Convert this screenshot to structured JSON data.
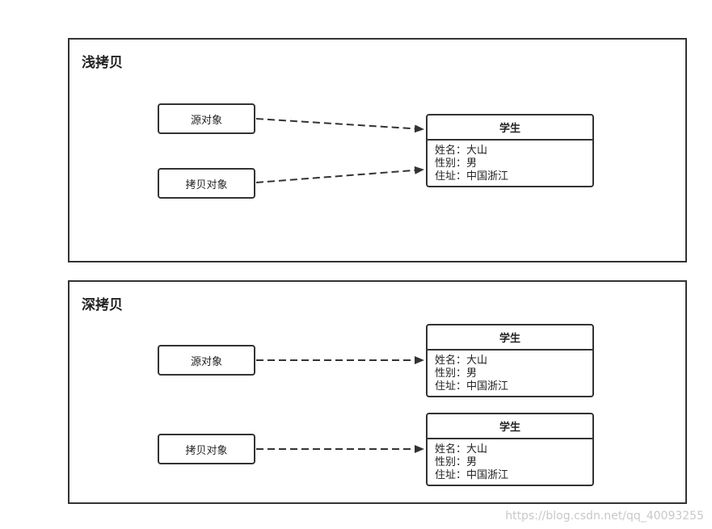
{
  "colors": {
    "border": "#333333",
    "text": "#222222",
    "watermark": "#c8c8c8"
  },
  "shallow": {
    "title": "浅拷贝",
    "source_label": "源对象",
    "copy_label": "拷贝对象",
    "object": {
      "header": "学生",
      "fields": [
        "姓名：大山",
        "性别：男",
        "住址：中国浙江"
      ]
    }
  },
  "deep": {
    "title": "深拷贝",
    "source_label": "源对象",
    "copy_label": "拷贝对象",
    "source_object": {
      "header": "学生",
      "fields": [
        "姓名：大山",
        "性别：男",
        "住址：中国浙江"
      ]
    },
    "copy_object": {
      "header": "学生",
      "fields": [
        "姓名：大山",
        "性别：男",
        "住址：中国浙江"
      ]
    }
  },
  "watermark": "https://blog.csdn.net/qq_40093255"
}
